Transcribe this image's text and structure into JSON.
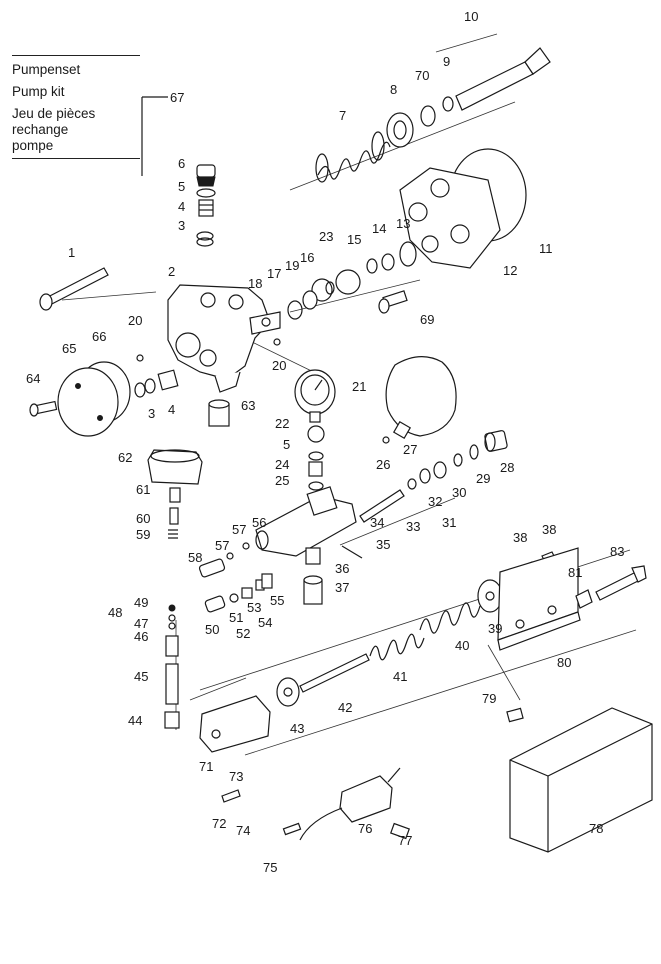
{
  "legend": {
    "lines": [
      "Pumpenset",
      "Pump kit",
      "Jeu de pièces",
      "rechange",
      "pompe"
    ],
    "callout_number": "67"
  },
  "part_numbers": [
    "1",
    "2",
    "3",
    "4",
    "5",
    "6",
    "7",
    "8",
    "9",
    "10",
    "11",
    "12",
    "13",
    "14",
    "15",
    "16",
    "17",
    "18",
    "19",
    "20",
    "21",
    "22",
    "23",
    "24",
    "25",
    "26",
    "27",
    "28",
    "29",
    "30",
    "31",
    "32",
    "33",
    "34",
    "35",
    "36",
    "37",
    "38",
    "39",
    "40",
    "41",
    "42",
    "43",
    "44",
    "45",
    "46",
    "47",
    "48",
    "49",
    "50",
    "51",
    "52",
    "53",
    "54",
    "55",
    "56",
    "57",
    "58",
    "59",
    "60",
    "61",
    "62",
    "63",
    "64",
    "65",
    "66",
    "67",
    "69",
    "70",
    "71",
    "72",
    "73",
    "74",
    "75",
    "76",
    "77",
    "78",
    "79",
    "80",
    "81",
    "83"
  ],
  "labels": {
    "l1": "1",
    "l2": "2",
    "l3a": "3",
    "l3b": "3",
    "l4a": "4",
    "l4b": "4",
    "l5a": "5",
    "l5b": "5",
    "l6": "6",
    "l7": "7",
    "l8": "8",
    "l9": "9",
    "l10": "10",
    "l11": "11",
    "l12": "12",
    "l13": "13",
    "l14": "14",
    "l15": "15",
    "l16": "16",
    "l17": "17",
    "l18": "18",
    "l19": "19",
    "l20a": "20",
    "l20b": "20",
    "l21": "21",
    "l22": "22",
    "l23": "23",
    "l24": "24",
    "l25": "25",
    "l26": "26",
    "l27": "27",
    "l28": "28",
    "l29": "29",
    "l30": "30",
    "l31": "31",
    "l32": "32",
    "l33": "33",
    "l34": "34",
    "l35": "35",
    "l36": "36",
    "l37": "37",
    "l38a": "38",
    "l38b": "38",
    "l39": "39",
    "l40": "40",
    "l41": "41",
    "l42": "42",
    "l43": "43",
    "l44": "44",
    "l45": "45",
    "l46": "46",
    "l47": "47",
    "l48": "48",
    "l49": "49",
    "l50": "50",
    "l51": "51",
    "l52": "52",
    "l53": "53",
    "l54": "54",
    "l55": "55",
    "l56": "56",
    "l57a": "57",
    "l57b": "57",
    "l58": "58",
    "l59": "59",
    "l60": "60",
    "l61": "61",
    "l62": "62",
    "l63": "63",
    "l64": "64",
    "l65": "65",
    "l66": "66",
    "l69": "69",
    "l70": "70",
    "l71": "71",
    "l72": "72",
    "l73": "73",
    "l74": "74",
    "l75": "75",
    "l76": "76",
    "l77": "77",
    "l78": "78",
    "l79": "79",
    "l80": "80",
    "l81": "81",
    "l83": "83"
  }
}
